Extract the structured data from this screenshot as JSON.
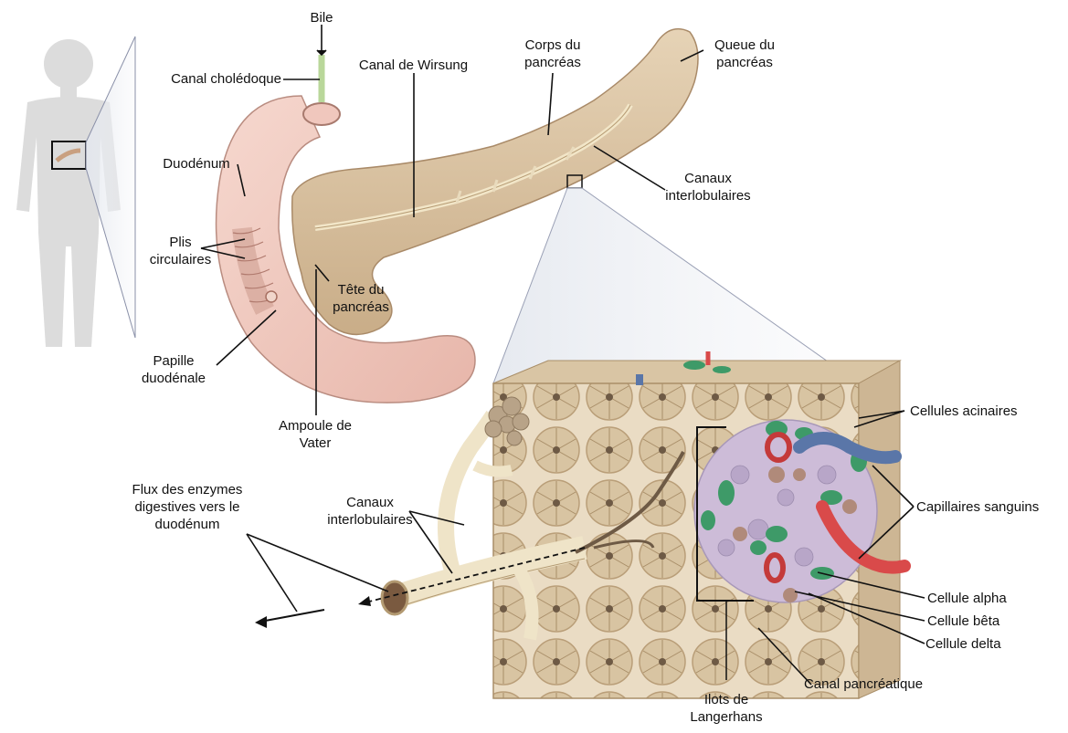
{
  "labels": {
    "bile": "Bile",
    "canal_choledoque": "Canal cholédoque",
    "canal_wirsung": "Canal de Wirsung",
    "corps_pancreas": [
      "Corps du",
      "pancréas"
    ],
    "queue_pancreas": [
      "Queue du",
      "pancréas"
    ],
    "duodenum": "Duodénum",
    "canaux_interlobulaires_top": [
      "Canaux",
      "interlobulaires"
    ],
    "plis_circulaires": [
      "Plis",
      "circulaires"
    ],
    "tete_pancreas": [
      "Tête du",
      "pancréas"
    ],
    "papille_duodenale": [
      "Papille",
      "duodénale"
    ],
    "ampoule_vater": [
      "Ampoule de",
      "Vater"
    ],
    "cellules_acinaires": "Cellules acinaires",
    "flux_enzymes": [
      "Flux des enzymes",
      "digestives vers le",
      "duodénum"
    ],
    "canaux_interlobulaires_bottom": [
      "Canaux",
      "interlobulaires"
    ],
    "capillaires_sanguins": "Capillaires sanguins",
    "cellule_alpha": "Cellule alpha",
    "cellule_beta": "Cellule bêta",
    "cellule_delta": "Cellule delta",
    "canal_pancreatique": "Canal pancréatique",
    "ilots_langerhans": [
      "Ilots de",
      "Langerhans"
    ]
  },
  "colors": {
    "pancreas": "#d9c2a2",
    "duodenum": "#f2c9c0",
    "tissue": "#e8d8bf",
    "islet": "#c9b8d6",
    "alpha_cell": "#3e9a68",
    "beta_cell": "#b08a7a",
    "capillary_red": "#d94a4a",
    "capillary_blue": "#5a76a8",
    "bile_duct": "#b9d79a",
    "duct": "#efe4c8",
    "body_silhouette": "#dedede"
  }
}
